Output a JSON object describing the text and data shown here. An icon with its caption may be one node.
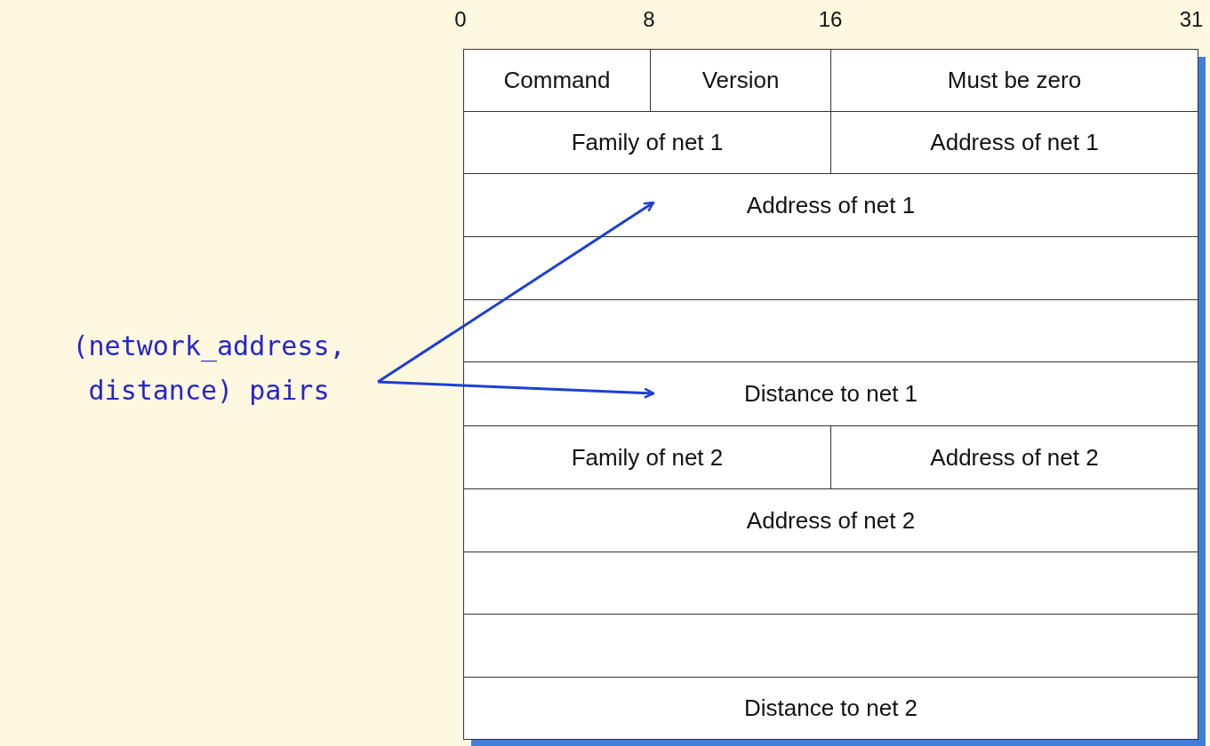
{
  "diagram": {
    "nodes": [
      {
        "text": [
          "Command"
        ]
      },
      {
        "text": [
          "Version"
        ]
      },
      {
        "text": [
          "Must be zero"
        ]
      },
      {
        "text": [
          "Family of net 1"
        ]
      },
      {
        "text": [
          "Address of net 1"
        ]
      },
      {
        "text": [
          "Address of net 1"
        ]
      },
      {
        "text": [],
        "shape": "box"
      },
      {
        "text": [],
        "shape": "box"
      },
      {
        "text": [
          "Distance to net 1"
        ]
      },
      {
        "text": [
          "Family of net 2"
        ]
      },
      {
        "text": [
          "Address of net 2"
        ]
      },
      {
        "text": [
          "Address of net 2"
        ]
      },
      {
        "text": [],
        "shape": "box"
      },
      {
        "text": [],
        "shape": "box"
      },
      {
        "text": [
          "Distance to net 2"
        ]
      },
      {
        "text": [
          "(network_address, distance) pairs"
        ]
      }
    ],
    "edges": [
      {
        "from": 15,
        "to": 5,
        "arrow": "to"
      },
      {
        "from": 15,
        "to": 8,
        "arrow": "to"
      }
    ],
    "labels": [
      "0",
      "8",
      "16",
      "31"
    ]
  }
}
